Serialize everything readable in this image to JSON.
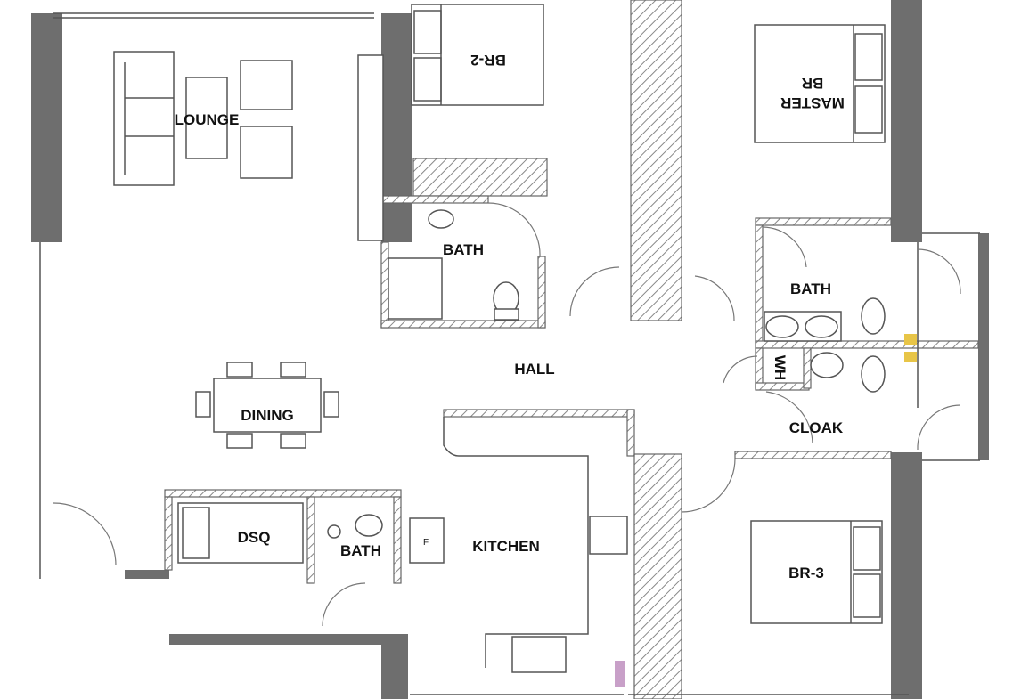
{
  "rooms": {
    "lounge": "LOUNGE",
    "br2": "BR-2",
    "master_br_line1": "MASTER",
    "master_br_line2": "BR",
    "bath_br2": "BATH",
    "bath_master": "BATH",
    "bath_dsq": "BATH",
    "hall": "HALL",
    "dining": "DINING",
    "cloak": "CLOAK",
    "wh": "WH",
    "dsq": "DSQ",
    "kitchen": "KITCHEN",
    "br3": "BR-3",
    "fridge": "F"
  },
  "colors": {
    "wall": "#6e6e6e",
    "line": "#555555",
    "accent": "#e8c547"
  }
}
